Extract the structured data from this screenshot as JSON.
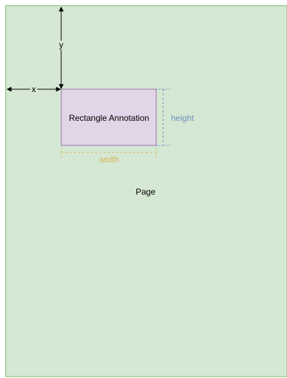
{
  "diagram": {
    "page_label": "Page",
    "rect_label": "Rectangle Annotation",
    "x_label": "x",
    "y_label": "y",
    "width_label": "width",
    "height_label": "height"
  },
  "colors": {
    "page_fill": "#d5e8d4",
    "page_stroke": "#82b366",
    "rect_fill": "#e1d5e7",
    "rect_stroke": "#9673a6",
    "width_color": "#d6b656",
    "height_color": "#6c8ebf",
    "axis_color": "#000000",
    "text_color": "#000000"
  }
}
